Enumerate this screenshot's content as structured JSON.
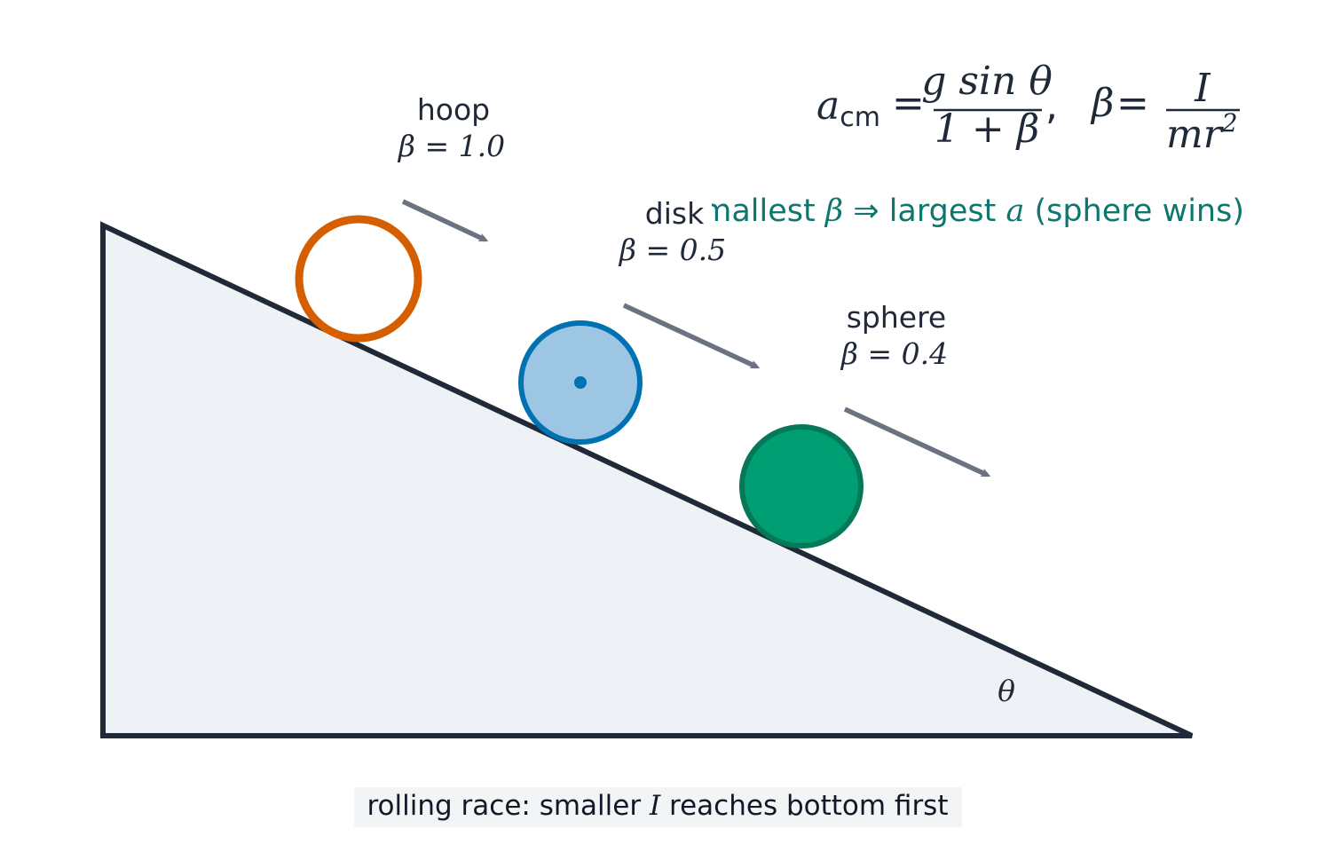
{
  "colors": {
    "incline_fill": "#eef1f6",
    "incline_stroke": "#1f2937",
    "hoop": "#d55e00",
    "disk_fill": "#9cc6e4",
    "disk_stroke": "#0072b2",
    "sphere_fill": "#009e73",
    "sphere_stroke": "#047857",
    "arrow": "#6b7280",
    "note": "#0f766e",
    "text": "#1f2937"
  },
  "objects": [
    {
      "name": "hoop",
      "beta_label": "β = 1.0",
      "beta": 1.0
    },
    {
      "name": "disk",
      "beta_label": "β = 0.5",
      "beta": 0.5
    },
    {
      "name": "sphere",
      "beta_label": "β = 0.4",
      "beta": 0.4
    }
  ],
  "formula": {
    "a_sym": "a",
    "a_sub": "cm",
    "eq1": "=",
    "num1": "g sin θ",
    "den1": "1 + β",
    "sep": ",",
    "beta_sym": "β",
    "eq2": "=",
    "num2": "I",
    "den2_base": "mr",
    "den2_exp": "2"
  },
  "note": {
    "pre": "smallest ",
    "beta": "β",
    "arrow": " ⇒ ",
    "mid": "largest ",
    "a": "a",
    "post": " (sphere wins)"
  },
  "angle_label": "θ",
  "caption": {
    "pre": "rolling race: smaller ",
    "I": "I",
    "post": " reaches bottom first"
  }
}
